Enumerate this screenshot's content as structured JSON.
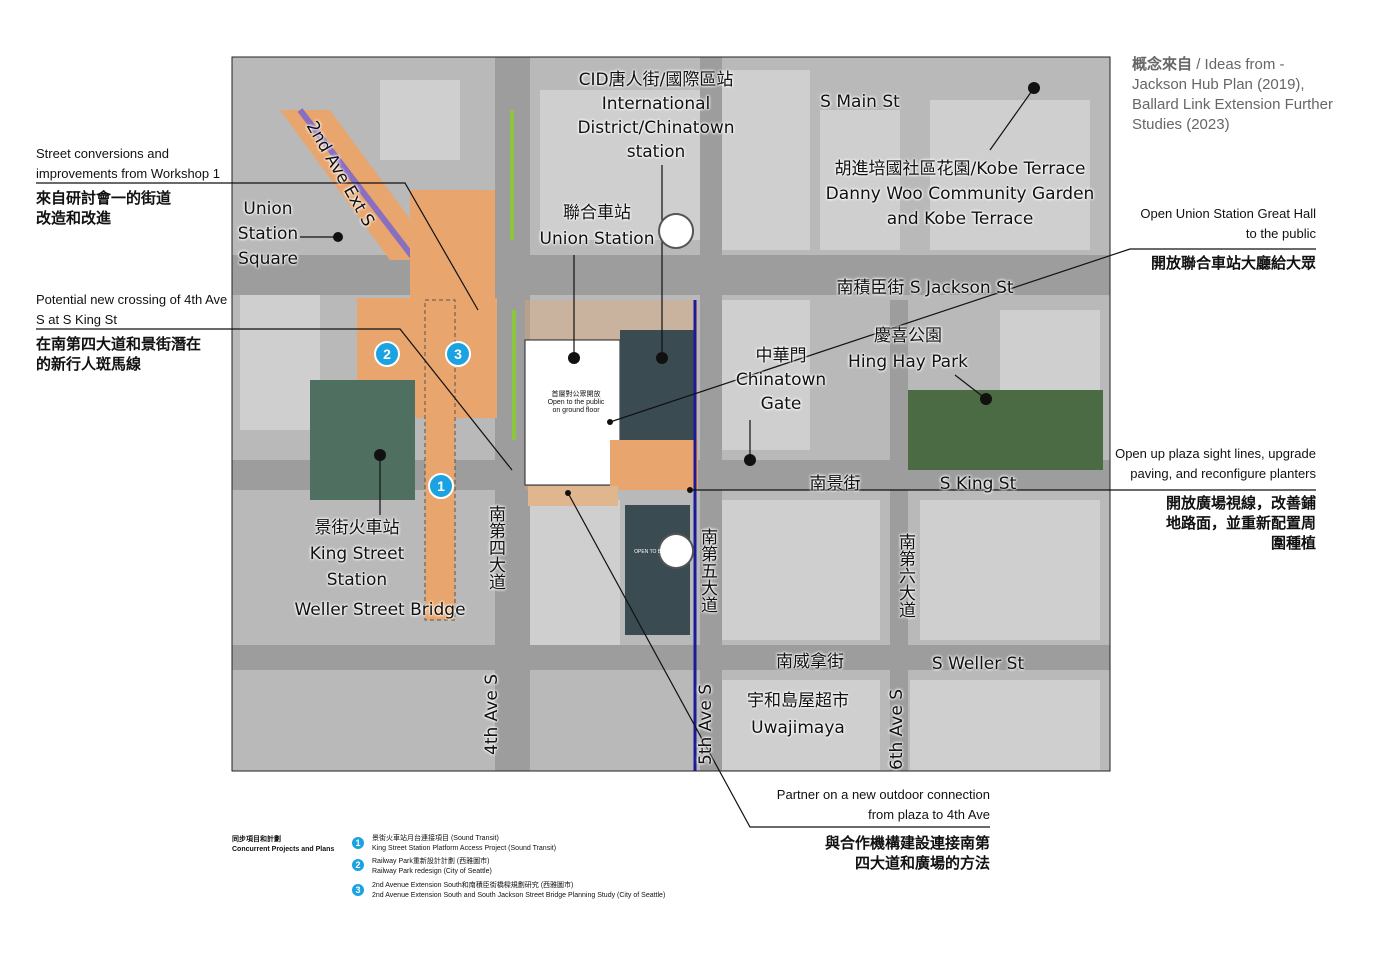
{
  "source_note": {
    "zh": "概念來自",
    "en": "/ Ideas from -",
    "line2": "Jackson Hub Plan (2019),",
    "line3": "Ballard Link Extension Further",
    "line4": "Studies (2023)"
  },
  "map_labels": {
    "cid_station": [
      "CID唐人街/國際區站",
      "International",
      "District/Chinatown",
      "station"
    ],
    "main_st": "S Main St",
    "kobe": [
      "胡進培國社區花園/Kobe Terrace",
      "Danny Woo Community Garden",
      "and Kobe Terrace"
    ],
    "union_station": [
      "聯合車站",
      "Union Station"
    ],
    "union_square": [
      "Union",
      "Station",
      "Square"
    ],
    "second_ave": "2nd Ave Ext S",
    "jackson": "南積臣街  S Jackson St",
    "hing_hay": [
      "慶喜公園",
      "Hing Hay Park"
    ],
    "gate": [
      "中華門",
      "Chinatown",
      "Gate"
    ],
    "king_zh": "南景街",
    "king_en": "S King St",
    "king_station": [
      "景街火車站",
      "King Street",
      "Station"
    ],
    "weller_bridge": "Weller Street Bridge",
    "fourth_zh": "南第四大道",
    "fifth_zh": "南第五大道",
    "sixth_zh": "南第六大道",
    "weller_zh": "南威拿街",
    "weller_en": "S Weller St",
    "uwajimaya": [
      "宇和島屋超市",
      "Uwajimaya"
    ],
    "fourth_en": "4th Ave S",
    "fifth_en": "5th Ave S",
    "sixth_en": "6th Ave S",
    "ground_floor": [
      "首層對公眾開放",
      "Open to the public",
      "on ground floor"
    ],
    "open_below": "OPEN TO BELOW"
  },
  "markers": [
    "1",
    "2",
    "3"
  ],
  "annotations": {
    "street_conv": {
      "en": [
        "Street conversions and",
        "improvements from Workshop 1"
      ],
      "zh": [
        "來自研討會一的街道",
        "改造和改進"
      ]
    },
    "crossing": {
      "en": [
        "Potential new crossing of 4th Ave",
        "S at S King St"
      ],
      "zh": [
        "在南第四大道和景街潛在",
        "的新行人斑馬線"
      ]
    },
    "great_hall": {
      "en": [
        "Open Union Station Great Hall",
        "to the public"
      ],
      "zh": [
        "開放聯合車站大廳給大眾"
      ]
    },
    "plaza": {
      "en": [
        "Open up plaza sight lines, upgrade",
        "paving, and reconfigure planters"
      ],
      "zh": [
        "開放廣場視線，改善鋪",
        "地路面，並重新配置周",
        "圍種植"
      ]
    },
    "partner": {
      "en": [
        "Partner on a new outdoor connection",
        "from plaza to 4th Ave"
      ],
      "zh": [
        "與合作機構建設連接南第",
        "四大道和廣場的方法"
      ]
    }
  },
  "legend": {
    "title_zh": "同步項目和計劃",
    "title_en": "Concurrent Projects and Plans",
    "items": [
      {
        "num": "1",
        "zh": "景街火車站月台連接項目 (Sound Transit)",
        "en": "King Street Station Platform Access Project (Sound Transit)"
      },
      {
        "num": "2",
        "zh": "Railway Park重新設計計劃 (西雅圖市)",
        "en": "Railway Park redesign (City of Seattle)"
      },
      {
        "num": "3",
        "zh": "2nd Avenue Extension South和南積臣街橋樑規劃研究 (西雅圖市)",
        "en": "2nd Avenue Extension South and South Jackson Street Bridge Planning Study (City of Seattle)"
      }
    ]
  },
  "colors": {
    "plaza": "#e8a56d",
    "green": "#8cc63f",
    "marker": "#1aa3e0",
    "link": "#1a1a9a"
  }
}
